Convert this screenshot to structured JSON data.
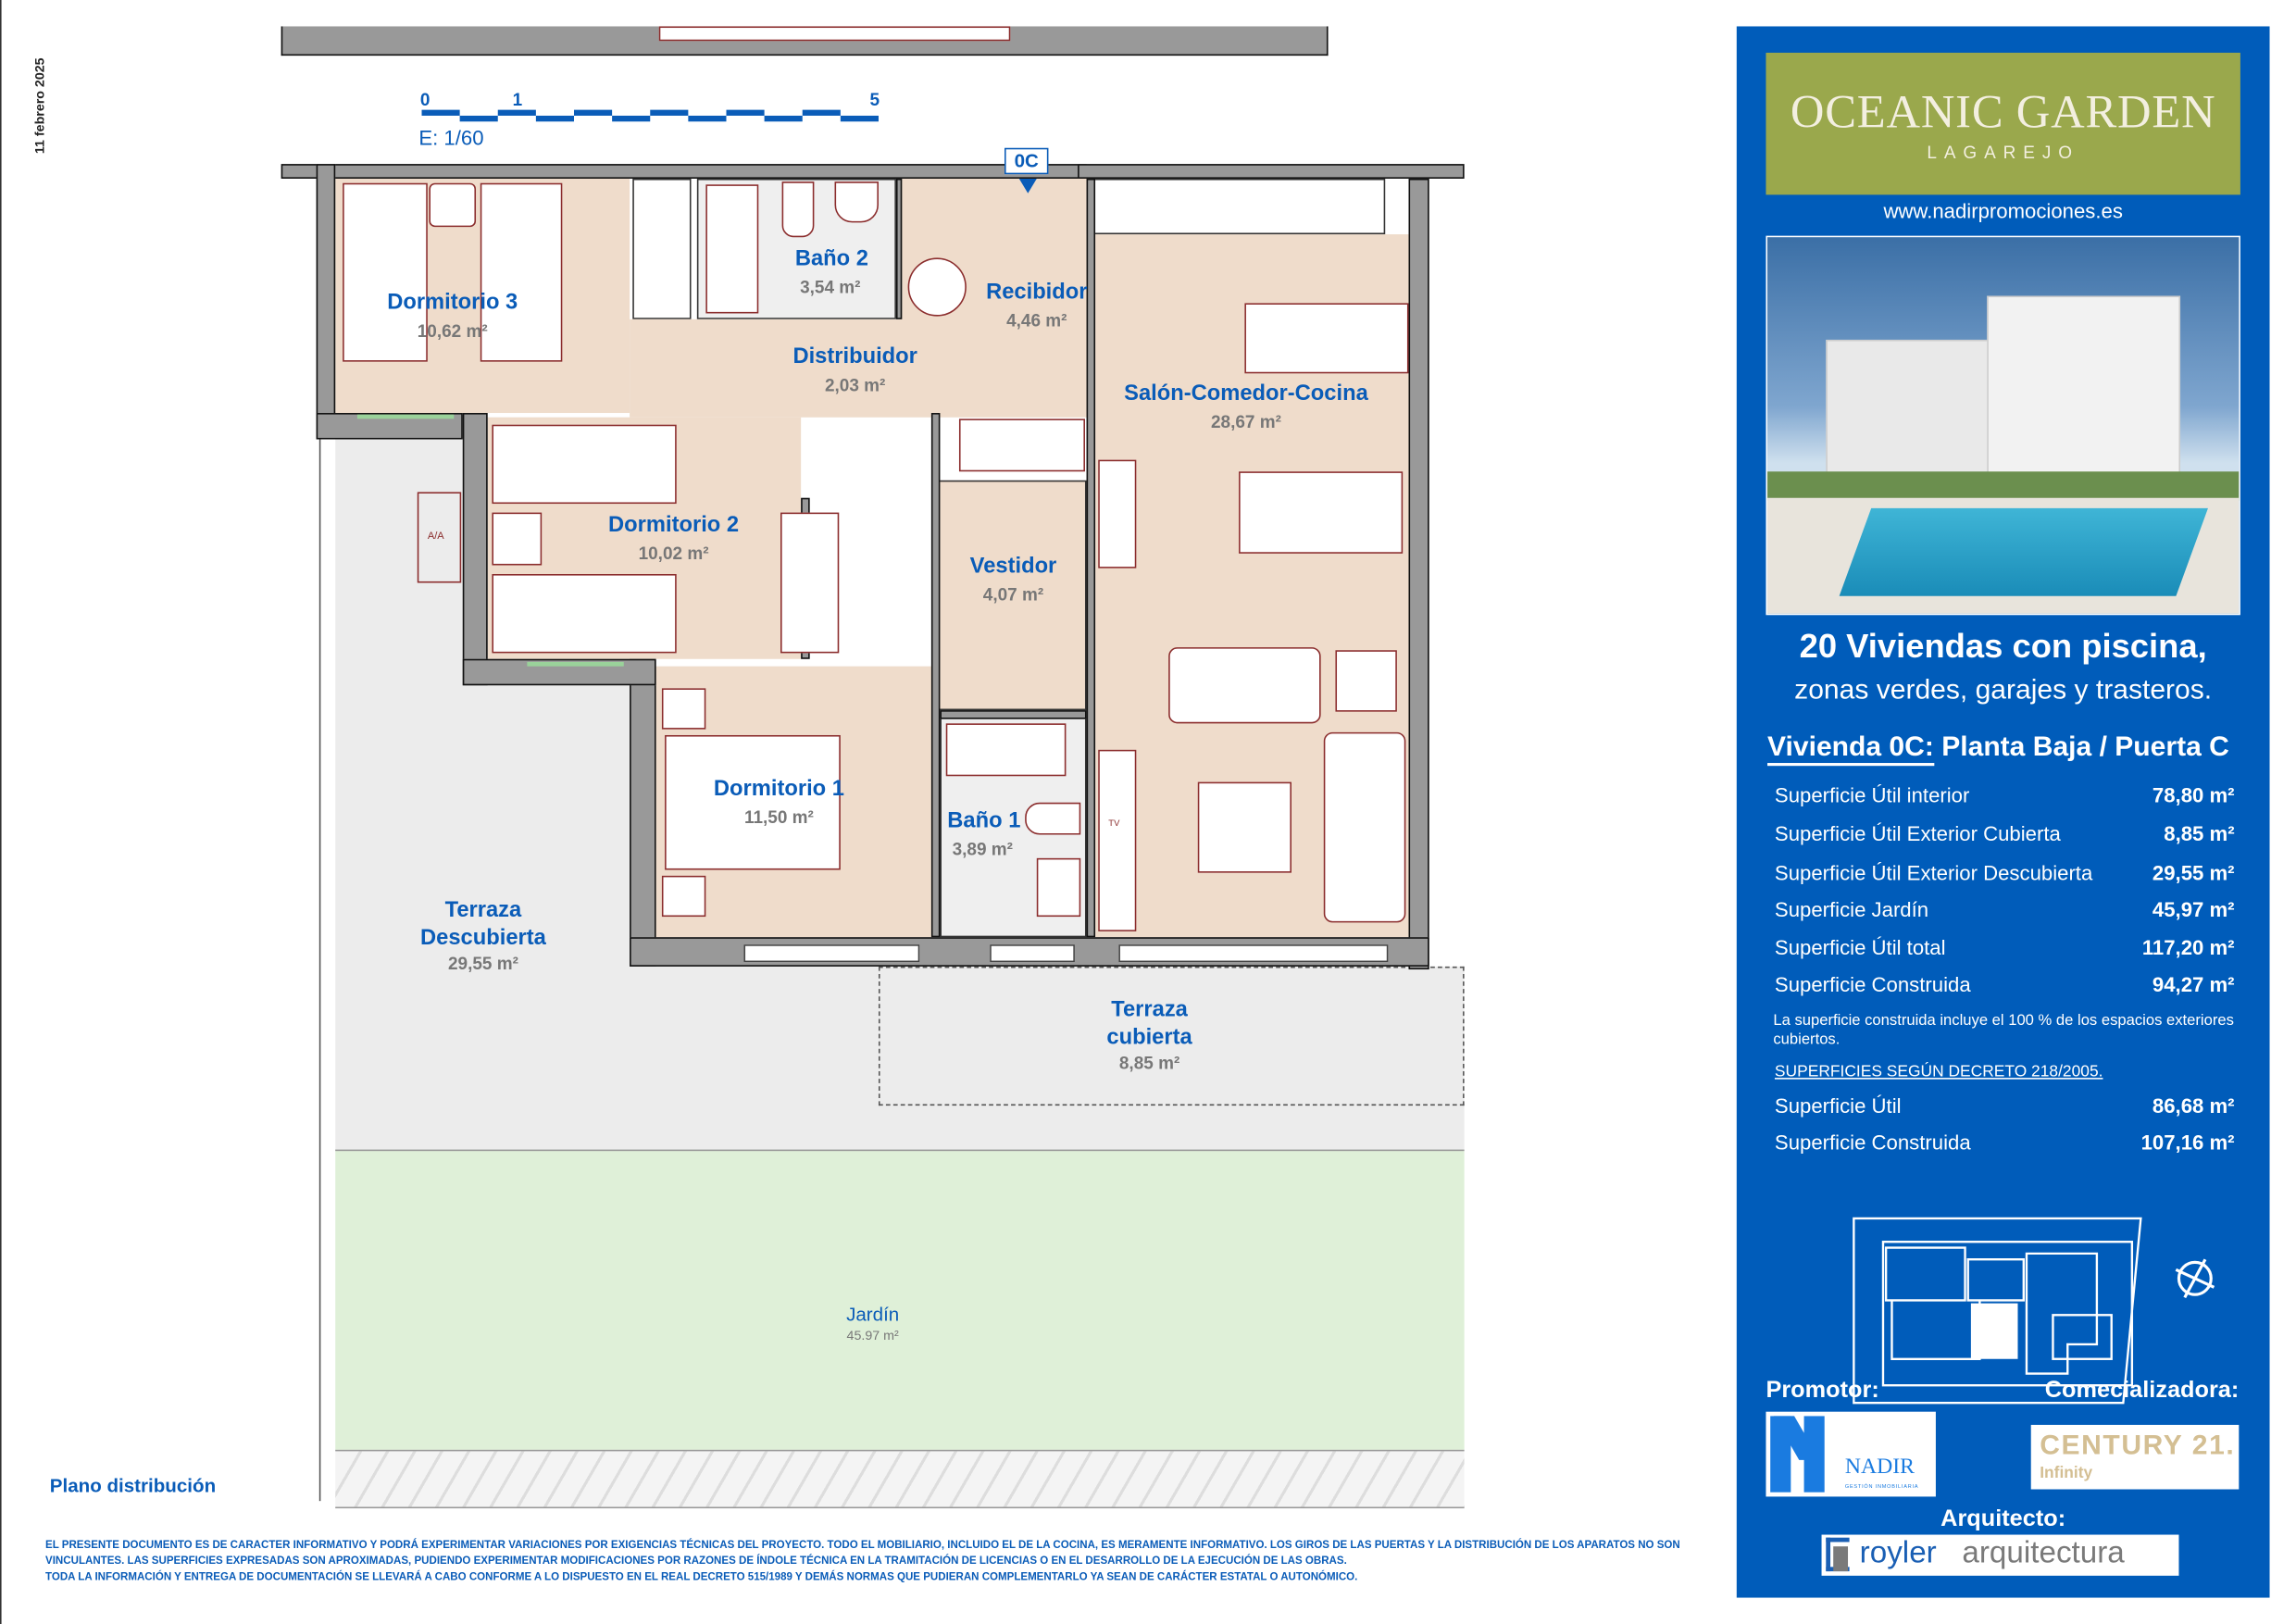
{
  "date": "11 febrero 2025",
  "scale": {
    "ticks": [
      "0",
      "1",
      "5"
    ],
    "label": "E: 1/60"
  },
  "unit_tag": "0C",
  "plan_title": "Plano distribución",
  "rooms": [
    {
      "name": "Dormitorio 3",
      "area": "10,62 m²"
    },
    {
      "name": "Baño 2",
      "area": "3,54 m²"
    },
    {
      "name": "Recibidor",
      "area": "4,46 m²"
    },
    {
      "name": "Distribuidor",
      "area": "2,03 m²"
    },
    {
      "name": "Salón-Comedor-Cocina",
      "area": "28,67 m²"
    },
    {
      "name": "Dormitorio 2",
      "area": "10,02 m²"
    },
    {
      "name": "Vestidor",
      "area": "4,07 m²"
    },
    {
      "name": "Dormitorio 1",
      "area": "11,50 m²"
    },
    {
      "name": "Baño 1",
      "area": "3,89 m²"
    },
    {
      "name": "Terraza Descubierta",
      "area": "29,55 m²"
    },
    {
      "name": "Terraza cubierta",
      "area": "8,85 m²"
    },
    {
      "name": "Jardín",
      "area": "45.97 m²"
    }
  ],
  "plan_labels": {
    "aa": "A/A",
    "tv": "TV"
  },
  "panel": {
    "brand": "OCEANIC GARDEN",
    "brand_sub": "LAGAREJO",
    "url": "www.nadirpromociones.es",
    "headline": "20 Viviendas con piscina,",
    "subheadline": "zonas verdes, garajes y trasteros.",
    "unit_prefix": "Vivienda 0C:",
    "unit_suffix": " Planta Baja / Puerta C",
    "surfaces": [
      {
        "label": "Superficie Útil interior",
        "value": "78,80 m²"
      },
      {
        "label": "Superficie Útil Exterior Cubierta",
        "value": "8,85 m²"
      },
      {
        "label": "Superficie Útil Exterior Descubierta",
        "value": "29,55 m²"
      },
      {
        "label": "Superficie Jardín",
        "value": "45,97 m²"
      },
      {
        "label": "Superficie Útil total",
        "value": "117,20 m²"
      },
      {
        "label": "Superficie Construida",
        "value": "94,27 m²"
      }
    ],
    "note": "La superficie construida incluye el 100 % de los espacios exteriores cubiertos.",
    "decree_title": "SUPERFICIES SEGÚN DECRETO 218/2005.",
    "decree_surfaces": [
      {
        "label": "Superficie Útil",
        "value": "86,68 m²"
      },
      {
        "label": "Superficie Construida",
        "value": "107,16 m²"
      }
    ],
    "promotor_label": "Promotor:",
    "promotor_logo": "NADIR",
    "promotor_logo_sub": "GESTIÓN INMOBILIARIA",
    "seller_label": "Comecializadora:",
    "seller_logo": "CENTURY 21.",
    "seller_logo_sub": "Infinity",
    "architect_label": "Arquitecto:",
    "architect_logo_a": "royler",
    "architect_logo_b": "arquitectura"
  },
  "disclaimer": [
    "EL PRESENTE DOCUMENTO ES DE CARACTER INFORMATIVO Y PODRÁ EXPERIMENTAR VARIACIONES POR EXIGENCIAS TÉCNICAS DEL PROYECTO. TODO EL MOBILIARIO, INCLUIDO EL DE LA COCINA, ES MERAMENTE INFORMATIVO. LOS GIROS DE LAS PUERTAS Y LA DISTRIBUCIÓN DE LOS APARATOS NO SON VINCULANTES. LAS SUPERFICIES EXPRESADAS SON APROXIMADAS, PUDIENDO EXPERIMENTAR MODIFICACIONES POR RAZONES DE ÍNDOLE TÉCNICA EN LA TRAMITACIÓN DE LICENCIAS O EN EL DESARROLLO DE LA EJECUCIÓN DE LAS OBRAS.",
    "TODA LA INFORMACIÓN Y ENTREGA DE DOCUMENTACIÓN SE LLEVARÁ A CABO CONFORME A LO DISPUESTO EN EL REAL DECRETO 515/1989 Y DEMÁS NORMAS QUE PUDIERAN COMPLEMENTARLO YA SEAN DE CARÁCTER ESTATAL O AUTONÓMICO."
  ],
  "colors": {
    "brand_blue": "#005cba",
    "olive": "#9aa84c",
    "room_beige": "#efdccb",
    "garden": "#dff0d8"
  }
}
